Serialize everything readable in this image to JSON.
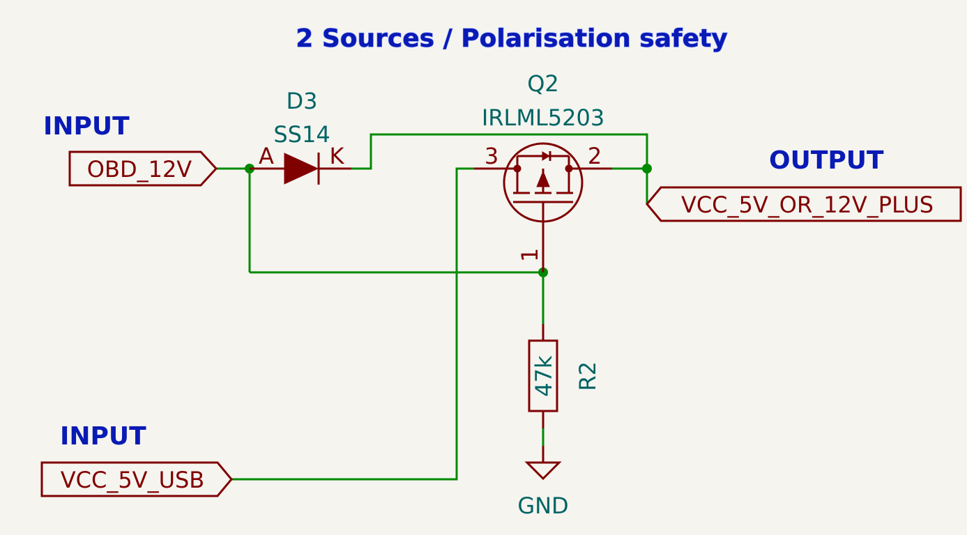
{
  "title": "2 Sources / Polarisation safety",
  "labels": {
    "input_top": "INPUT",
    "input_bottom": "INPUT",
    "output": "OUTPUT"
  },
  "ports": {
    "obd": "OBD_12V",
    "usb": "VCC_5V_USB",
    "out": "VCC_5V_OR_12V_PLUS"
  },
  "diode": {
    "refdes": "D3",
    "value": "SS14",
    "pin_anode": "A",
    "pin_cathode": "K"
  },
  "mosfet": {
    "refdes": "Q2",
    "value": "IRLML5203",
    "pin_3": "3",
    "pin_2": "2",
    "pin_1": "1"
  },
  "resistor": {
    "refdes": "R2",
    "value": "47k"
  },
  "ground": {
    "label": "GND"
  },
  "colors": {
    "background": "#f5f4ef",
    "wire": "#008a00",
    "component": "#800000",
    "reference_text": "#006464",
    "heading_text": "#0a1ab4"
  }
}
